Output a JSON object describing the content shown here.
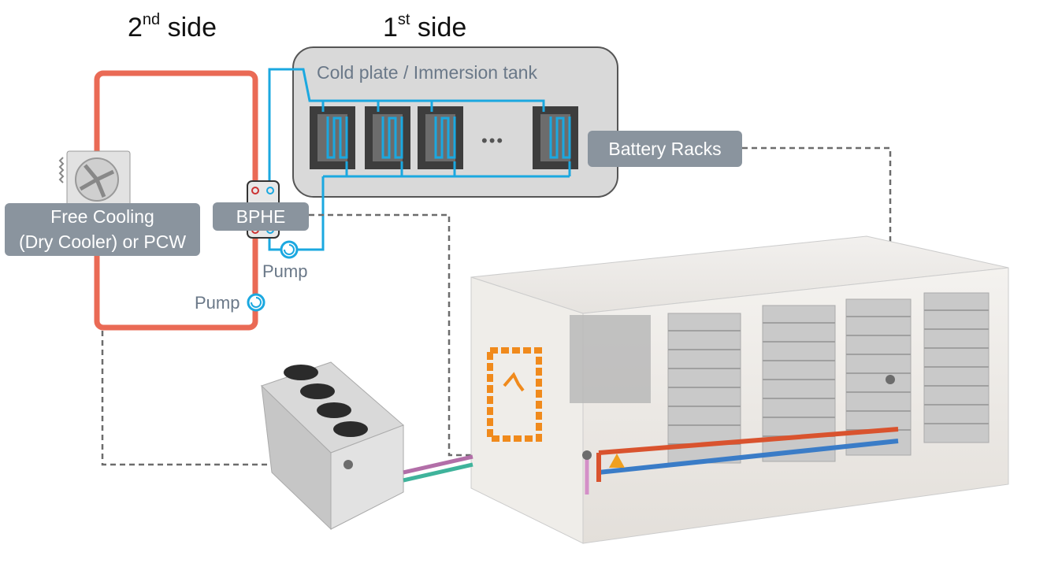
{
  "titles": {
    "second_side": {
      "num": "2",
      "sup": "nd",
      "word": " side"
    },
    "first_side": {
      "num": "1",
      "sup": "st",
      "word": " side"
    }
  },
  "labels": {
    "cold_plate": "Cold plate / Immersion tank",
    "battery_racks": "Battery Racks",
    "bphe": "BPHE",
    "free_cooling_line1": "Free Cooling",
    "free_cooling_line2": "(Dry Cooler) or PCW",
    "pump_primary": "Pump",
    "pump_secondary": "Pump",
    "ellipsis": "•••"
  },
  "colors": {
    "primary_loop": "#1ba8e0",
    "secondary_loop": "#ea6a55",
    "label_box": "#8a949e",
    "accent_orange": "#f08a1c"
  },
  "icons": [
    "dry-cooler-icon",
    "heat-exchanger-icon",
    "pump-icon",
    "battery-container-icon",
    "dry-cooler-unit-icon"
  ]
}
